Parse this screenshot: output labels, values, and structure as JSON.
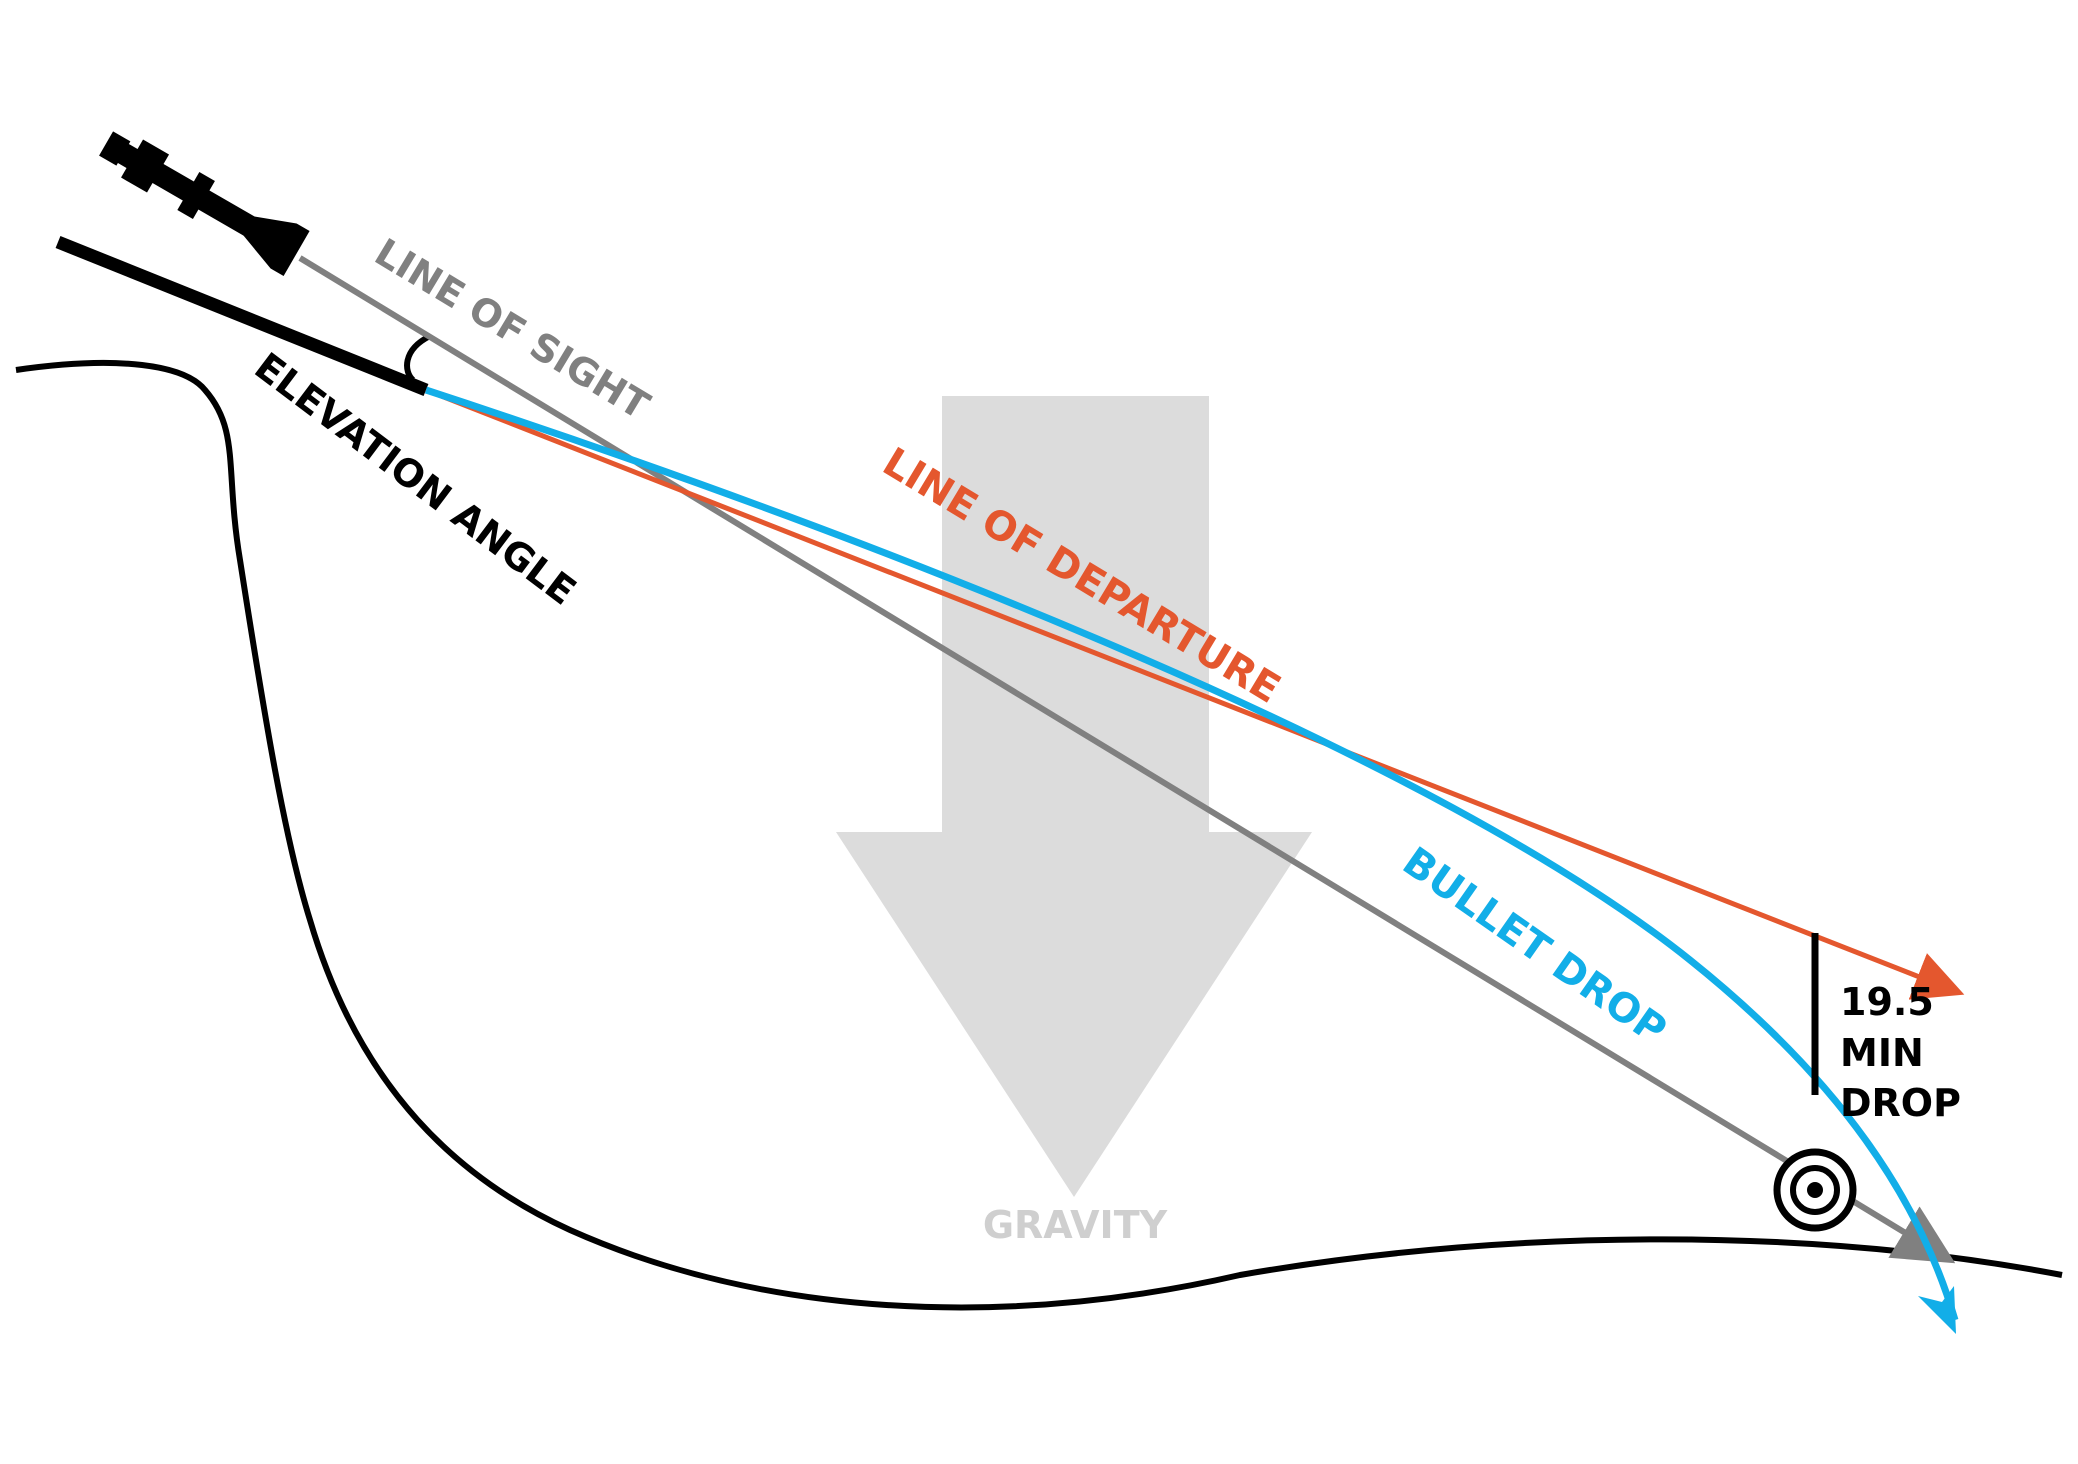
{
  "labels": {
    "line_of_sight": "LINE OF SIGHT",
    "elevation_angle": "ELEVATION ANGLE",
    "line_of_departure": "LINE OF DEPARTURE",
    "bullet_drop": "BULLET DROP",
    "gravity": "GRAVITY",
    "drop_value": "19.5",
    "drop_unit": "MIN",
    "drop_word": "DROP"
  },
  "colors": {
    "line_of_sight": "#808080",
    "line_of_departure": "#e4572e",
    "bullet_drop": "#12aee8",
    "gravity_arrow": "#dcdcdc",
    "gravity_text": "#cfcfcf",
    "ink": "#000000"
  },
  "icons": {
    "rifle": "rifle-scope-icon",
    "target": "target-icon"
  }
}
